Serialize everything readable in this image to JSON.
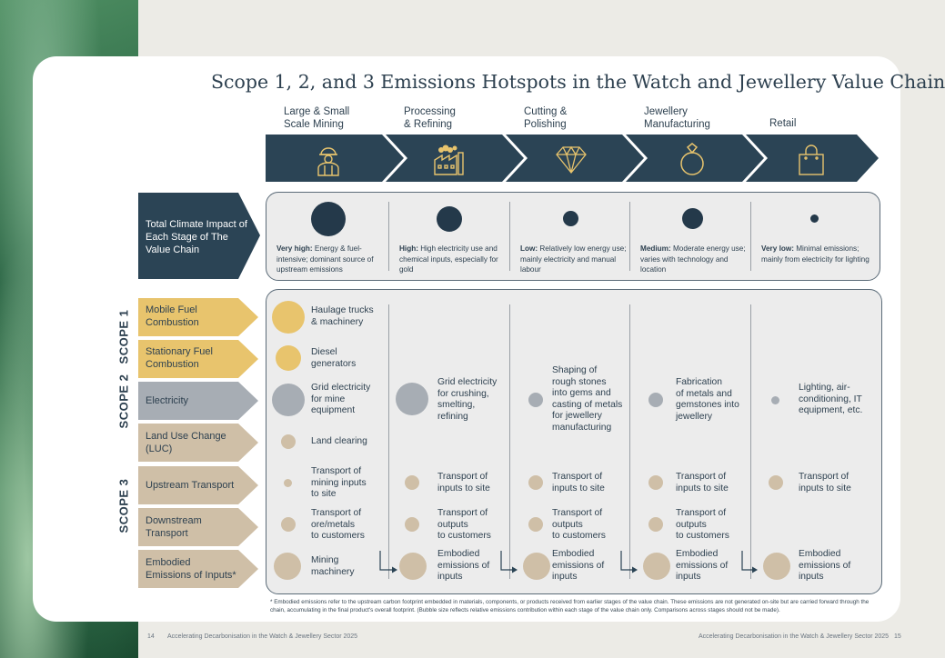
{
  "title": "Scope 1, 2, and 3 Emissions Hotspots in the Watch and Jewellery Value Chain",
  "stages": [
    {
      "label": "Large & Small\nScale Mining",
      "icon": "miner-icon"
    },
    {
      "label": "Processing\n& Refining",
      "icon": "factory-icon"
    },
    {
      "label": "Cutting &\nPolishing",
      "icon": "diamond-icon"
    },
    {
      "label": "Jewellery\nManufacturing",
      "icon": "ring-icon"
    },
    {
      "label": "Retail",
      "icon": "shopping-bag-icon"
    }
  ],
  "impact": {
    "heading": "Total Climate Impact of Each Stage of The Value Chain",
    "items": [
      {
        "level": "Very high:",
        "desc": " Energy & fuel-intensive; dominant source of upstream emissions"
      },
      {
        "level": "High:",
        "desc": " High electricity use and chemical inputs, especially for gold"
      },
      {
        "level": "Low:",
        "desc": " Relatively low energy use; mainly electricity and manual labour"
      },
      {
        "level": "Medium:",
        "desc": " Moderate energy use; varies with technology and location"
      },
      {
        "level": "Very low:",
        "desc": " Minimal emissions; mainly from electricity for lighting"
      }
    ]
  },
  "scopes": [
    "SCOPE 1",
    "SCOPE 2",
    "SCOPE 3"
  ],
  "rows": [
    {
      "label": "Mobile Fuel\nCombustion",
      "cells": [
        "Haulage trucks\n& machinery",
        "",
        "",
        "",
        ""
      ]
    },
    {
      "label": "Stationary Fuel\nCombustion",
      "cells": [
        "Diesel\ngenerators",
        "",
        "",
        "",
        ""
      ]
    },
    {
      "label": "Electricity",
      "cells": [
        "Grid electricity\nfor mine\nequipment",
        "Grid electricity\nfor crushing,\nsmelting,\nrefining",
        "Shaping of\nrough stones\ninto gems and\ncasting of metals\nfor jewellery\nmanufacturing",
        "Fabrication\nof metals and\ngemstones into\njewellery",
        "Lighting, air-\nconditioning, IT\nequipment, etc."
      ]
    },
    {
      "label": "Land Use Change\n(LUC)",
      "cells": [
        "Land clearing",
        "",
        "",
        "",
        ""
      ]
    },
    {
      "label": "Upstream Transport",
      "cells": [
        "Transport of\nmining inputs\nto site",
        "Transport of\ninputs to site",
        "Transport of\ninputs to site",
        "Transport of\ninputs to site",
        "Transport of\ninputs to site"
      ]
    },
    {
      "label": "Downstream\nTransport",
      "cells": [
        "Transport of\nore/metals\nto customers",
        "Transport of\noutputs\nto customers",
        "Transport of\noutputs\nto customers",
        "Transport of\noutputs\nto customers",
        ""
      ]
    },
    {
      "label": "Embodied\nEmissions of Inputs*",
      "cells": [
        "Mining\nmachinery",
        "Embodied\nemissions of\ninputs",
        "Embodied\nemissions of\ninputs",
        "Embodied\nemissions of\ninputs",
        "Embodied\nemissions of\ninputs"
      ]
    }
  ],
  "footnote": "* Embodied emissions refer to the upstream carbon footprint embedded in materials, components, or products received from earlier stages of the value chain. These emissions are not generated on-site but are carried forward through the chain, accumulating in the final product's overall footprint. (Bubble size reflects relative emissions contribution within each stage of the value chain only. Comparisons across stages should not be made).",
  "footer": {
    "left_page": "14",
    "left_text": "Accelerating Decarbonisation in the Watch & Jewellery Sector 2025",
    "right_text": "Accelerating Decarbonisation in the Watch & Jewellery Sector 2025",
    "right_page": "15"
  },
  "colors": {
    "navy": "#2b4455",
    "scope1": "#e8c46d",
    "scope2": "#a7adb4",
    "scope3": "#cfbfa7",
    "panel": "#ececec"
  }
}
